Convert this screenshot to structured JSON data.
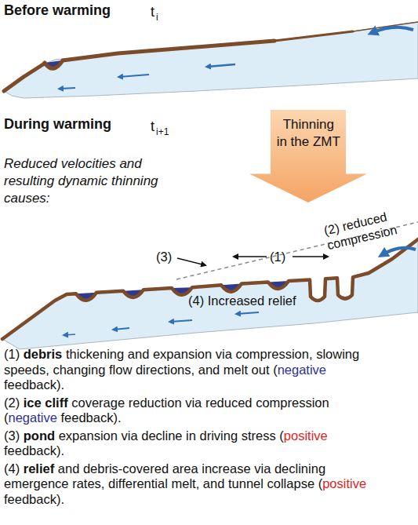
{
  "diagram": {
    "nodes": [
      {
        "text": [
          "Thinning in the ZMT"
        ]
      }
    ],
    "labels": [
      "Before warming",
      "t",
      "i",
      "During warming",
      "t",
      "i+1",
      "Reduced velocities and resulting dynamic thinning causes:",
      "(3)",
      "(1)",
      "(2) reduced compression",
      "(4) Increased relief",
      "(1) debris thickening and expansion via compression, slowing speeds, changing flow directions, and melt out (negative feedback).",
      "(2) ice cliff coverage reduction via reduced compression (negative feedback).",
      "(3) pond expansion via decline in driving stress (positive feedback).",
      "(4) relief and debris-covered area increase via declining emergence rates, differential melt, and tunnel collapse (positive feedback)."
    ]
  }
}
